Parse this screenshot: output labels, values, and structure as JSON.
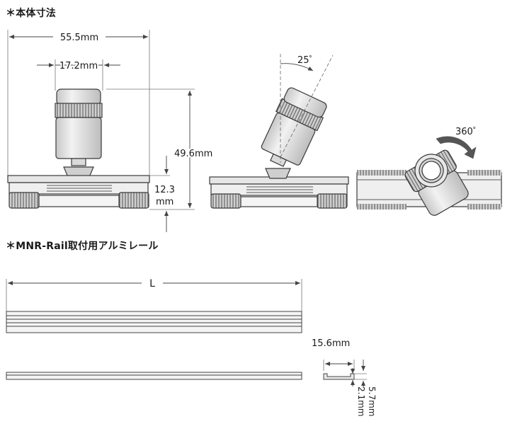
{
  "headings": {
    "body_dimensions": "＊本体寸法",
    "rail": "＊MNR-Rail取付用アルミレール"
  },
  "dimensions": {
    "overall_width": "55.5mm",
    "head_width": "17.2mm",
    "overall_height": "49.6mm",
    "base_height_value": "12.3",
    "base_height_unit": "mm",
    "tilt_angle": "25゜",
    "rotation_angle": "360゜",
    "rail_length": "L",
    "rail_width": "15.6mm",
    "rail_depth_small": "2.1mm",
    "rail_depth_large": "5.7mm"
  },
  "colors": {
    "line": "#3a3a3a",
    "dim_line": "#555555",
    "body_fill": "#e2e2e2",
    "knurl": "#6a6a6a",
    "arrow": "#555555"
  }
}
